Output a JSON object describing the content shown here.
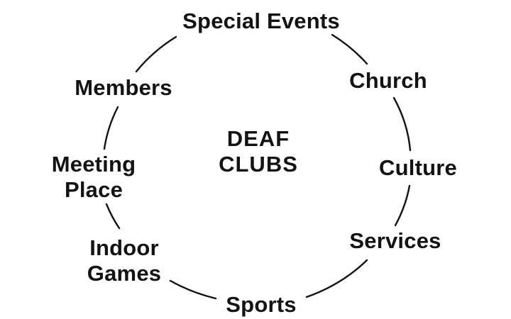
{
  "diagram": {
    "title": "DEAF CLUBS",
    "center": {
      "line1": "DEAF",
      "line2": "CLUBS"
    },
    "nodes": [
      {
        "id": "special-events",
        "label": "Special Events",
        "line1": "Special Events",
        "line2": ""
      },
      {
        "id": "church",
        "label": "Church",
        "line1": "Church",
        "line2": ""
      },
      {
        "id": "culture",
        "label": "Culture",
        "line1": "Culture",
        "line2": ""
      },
      {
        "id": "services",
        "label": "Services",
        "line1": "Services",
        "line2": ""
      },
      {
        "id": "sports",
        "label": "Sports",
        "line1": "Sports",
        "line2": ""
      },
      {
        "id": "indoor-games",
        "label": "Indoor Games",
        "line1": "Indoor",
        "line2": "Games"
      },
      {
        "id": "meeting-place",
        "label": "Meeting Place",
        "line1": "Meeting",
        "line2": "Place"
      },
      {
        "id": "members",
        "label": "Members",
        "line1": "Members",
        "line2": ""
      }
    ],
    "colors": {
      "text": "#131313",
      "stroke": "#131313",
      "background": "#ffffff"
    }
  }
}
